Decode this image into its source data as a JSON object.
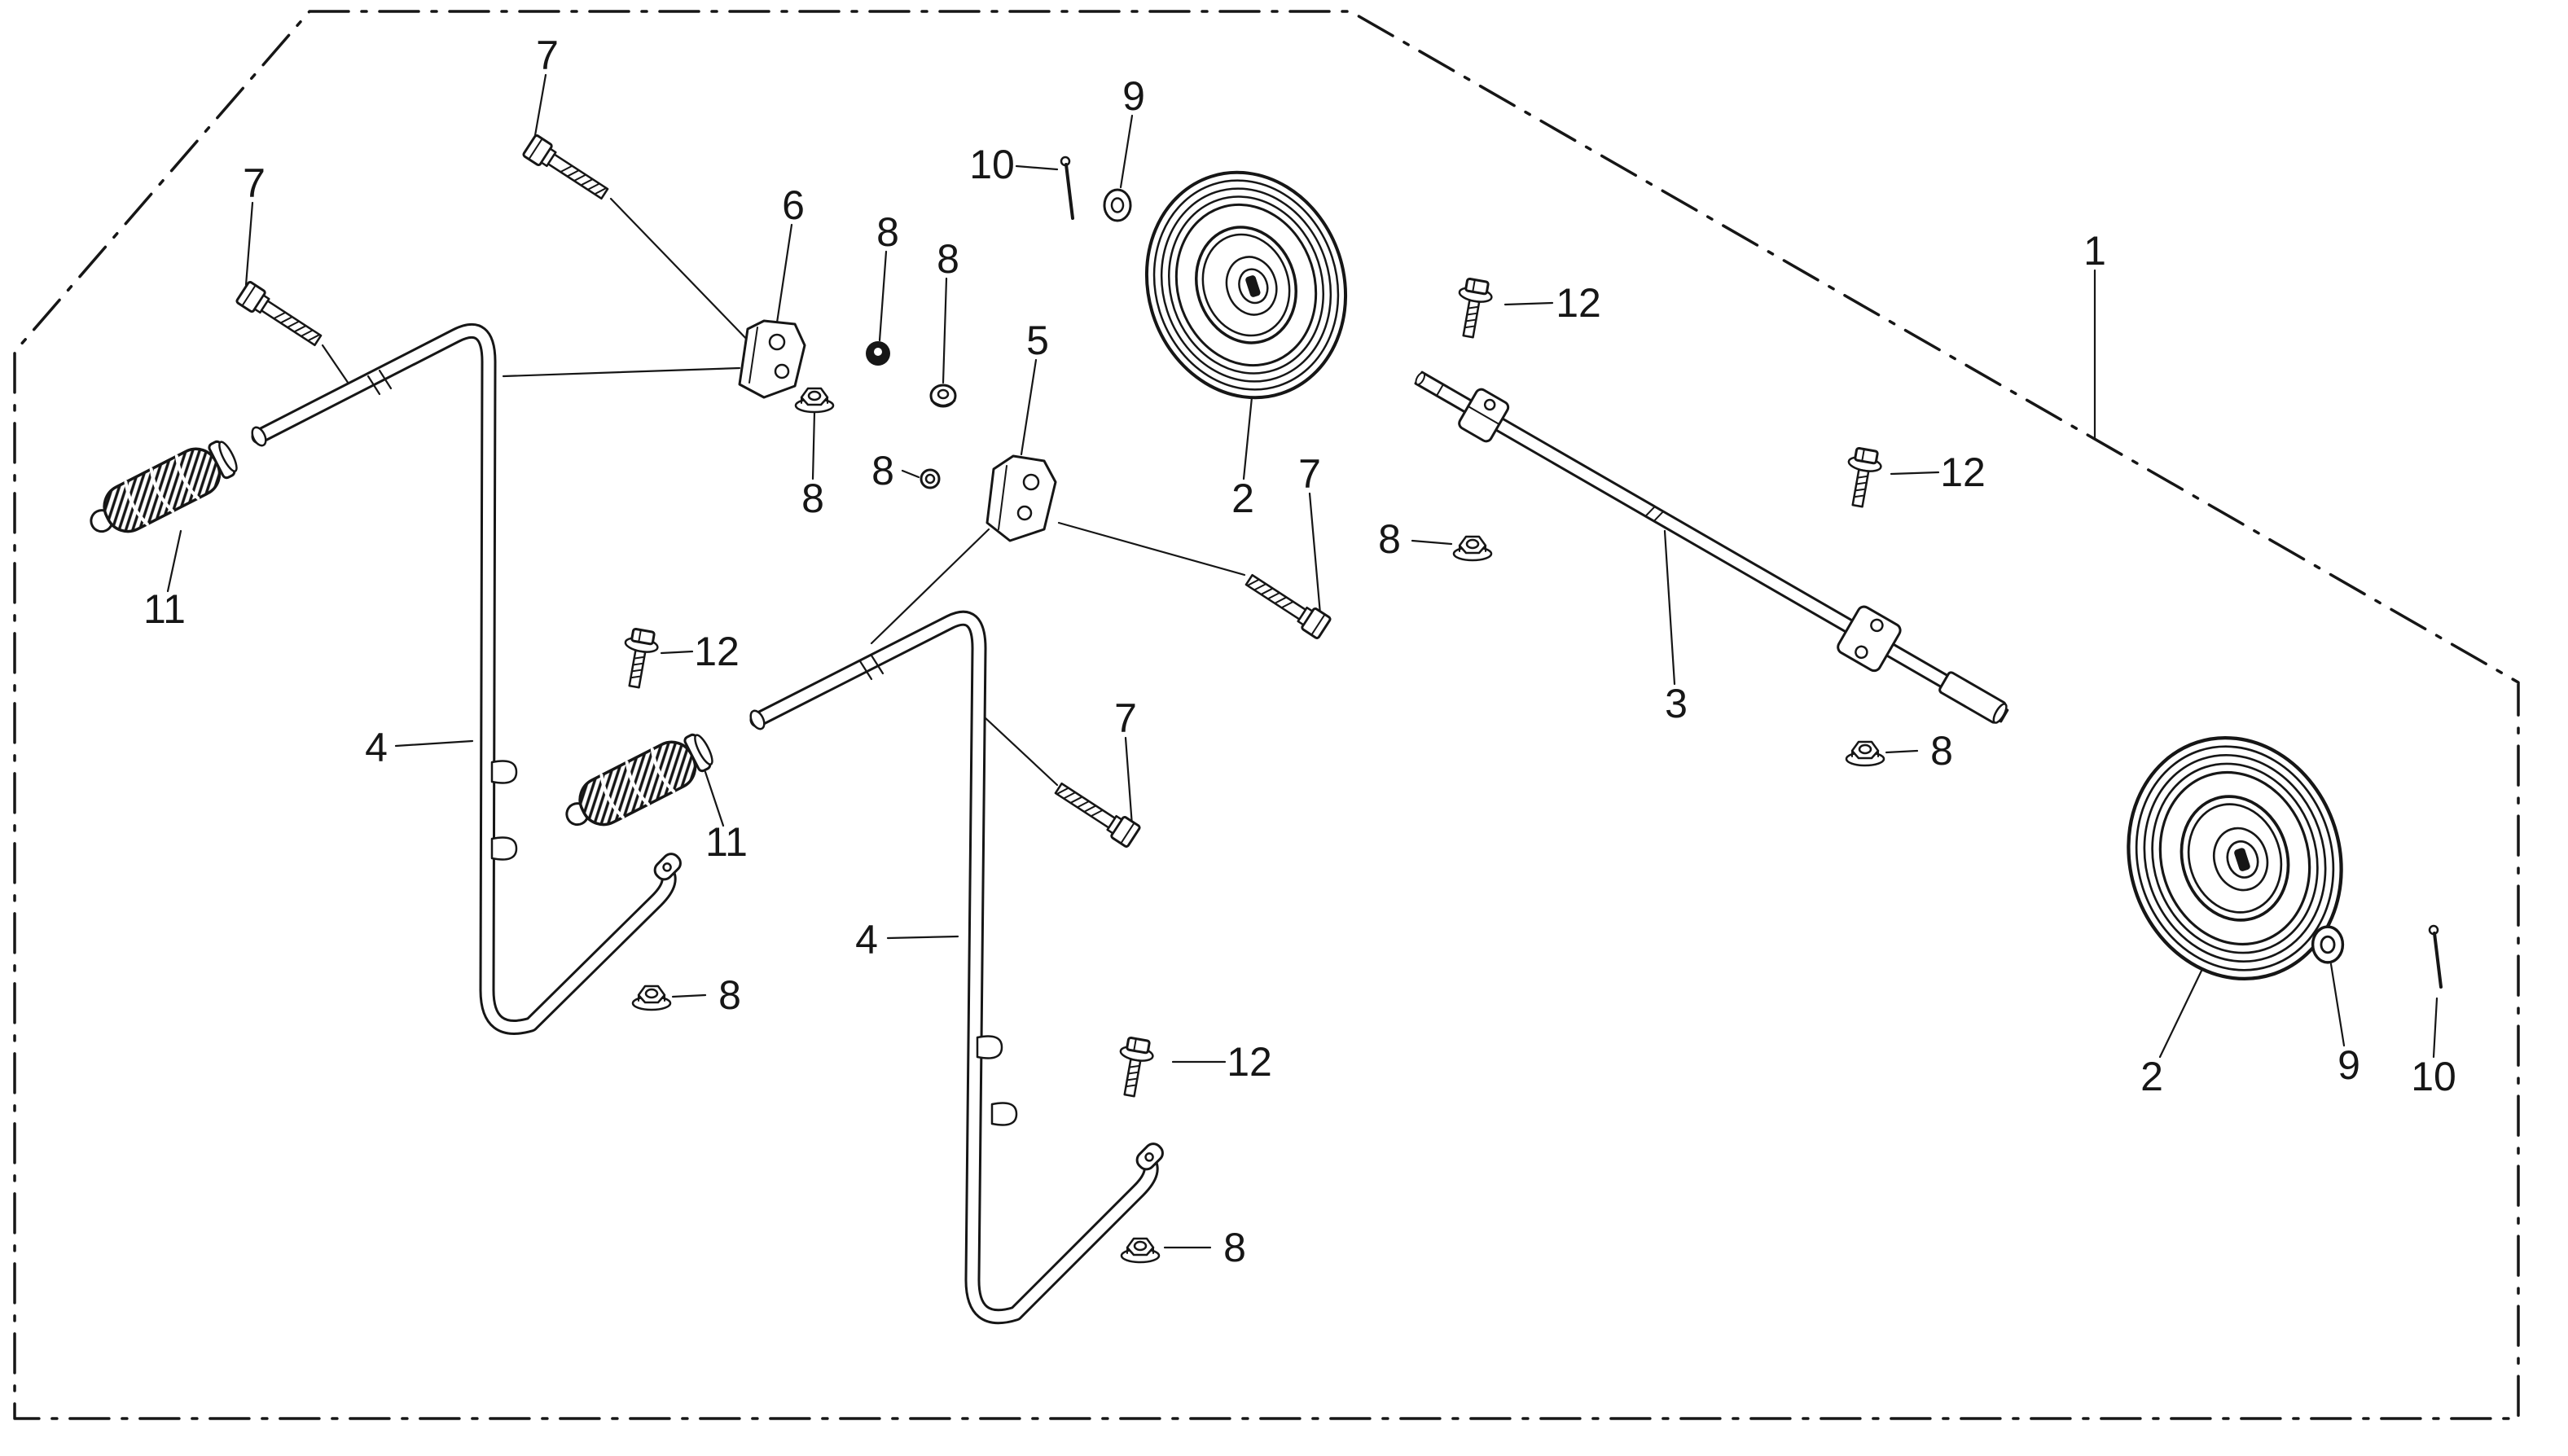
{
  "colors": {
    "ink": "#161616",
    "paper": "#ffffff"
  },
  "callouts": [
    {
      "label": "7"
    },
    {
      "label": "7"
    },
    {
      "label": "6"
    },
    {
      "label": "8"
    },
    {
      "label": "8"
    },
    {
      "label": "10"
    },
    {
      "label": "9"
    },
    {
      "label": "5"
    },
    {
      "label": "2"
    },
    {
      "label": "7"
    },
    {
      "label": "8"
    },
    {
      "label": "12"
    },
    {
      "label": "12"
    },
    {
      "label": "3"
    },
    {
      "label": "8"
    },
    {
      "label": "8"
    },
    {
      "label": "12"
    },
    {
      "label": "4"
    },
    {
      "label": "11"
    },
    {
      "label": "11"
    },
    {
      "label": "4"
    },
    {
      "label": "7"
    },
    {
      "label": "12"
    },
    {
      "label": "8"
    },
    {
      "label": "2"
    },
    {
      "label": "9"
    },
    {
      "label": "10"
    },
    {
      "label": "1"
    },
    {
      "label": "8"
    },
    {
      "label": "8"
    }
  ]
}
